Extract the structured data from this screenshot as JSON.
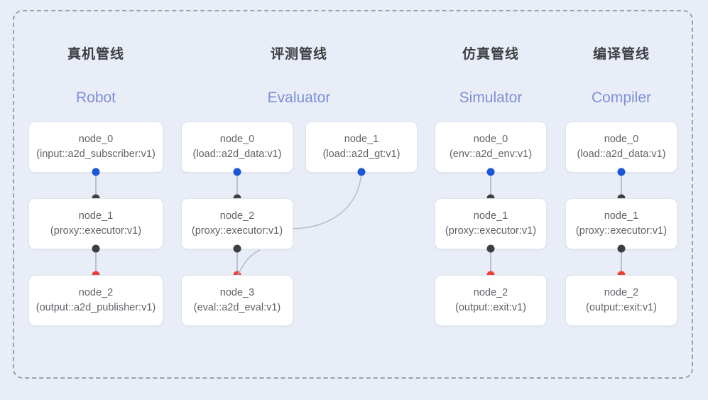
{
  "diagram": {
    "background_color": "#e9edf7",
    "frame_border_color": "#9aa0ac",
    "card_bg": "#ffffff",
    "card_border": "#dfe3ea",
    "title_color": "#3c4043",
    "subtitle_color": "#7e90d6",
    "node_text_color": "#5f6368",
    "edge_color": "#b9bfcc",
    "port_colors": {
      "input": "#1a56d6",
      "middle": "#3c4043",
      "output": "#ea4335"
    }
  },
  "columns": [
    {
      "title_cn": "真机管线",
      "title_en": "Robot",
      "nodes": [
        {
          "name": "node_0",
          "spec": "(input::a2d_subscriber:v1)"
        },
        {
          "name": "node_1",
          "spec": "(proxy::executor:v1)"
        },
        {
          "name": "node_2",
          "spec": "(output::a2d_publisher:v1)"
        }
      ]
    },
    {
      "title_cn": "评测管线",
      "title_en": "Evaluator",
      "nodes": [
        {
          "name": "node_0",
          "spec": "(load::a2d_data:v1)"
        },
        {
          "name": "node_1",
          "spec": "(load::a2d_gt:v1)"
        },
        {
          "name": "node_2",
          "spec": "(proxy::executor:v1)"
        },
        {
          "name": "node_3",
          "spec": "(eval::a2d_eval:v1)"
        }
      ]
    },
    {
      "title_cn": "仿真管线",
      "title_en": "Simulator",
      "nodes": [
        {
          "name": "node_0",
          "spec": "(env::a2d_env:v1)"
        },
        {
          "name": "node_1",
          "spec": "(proxy::executor:v1)"
        },
        {
          "name": "node_2",
          "spec": "(output::exit:v1)"
        }
      ]
    },
    {
      "title_cn": "编译管线",
      "title_en": "Compiler",
      "nodes": [
        {
          "name": "node_0",
          "spec": "(load::a2d_data:v1)"
        },
        {
          "name": "node_1",
          "spec": "(proxy::executor:v1)"
        },
        {
          "name": "node_2",
          "spec": "(output::exit:v1)"
        }
      ]
    }
  ]
}
